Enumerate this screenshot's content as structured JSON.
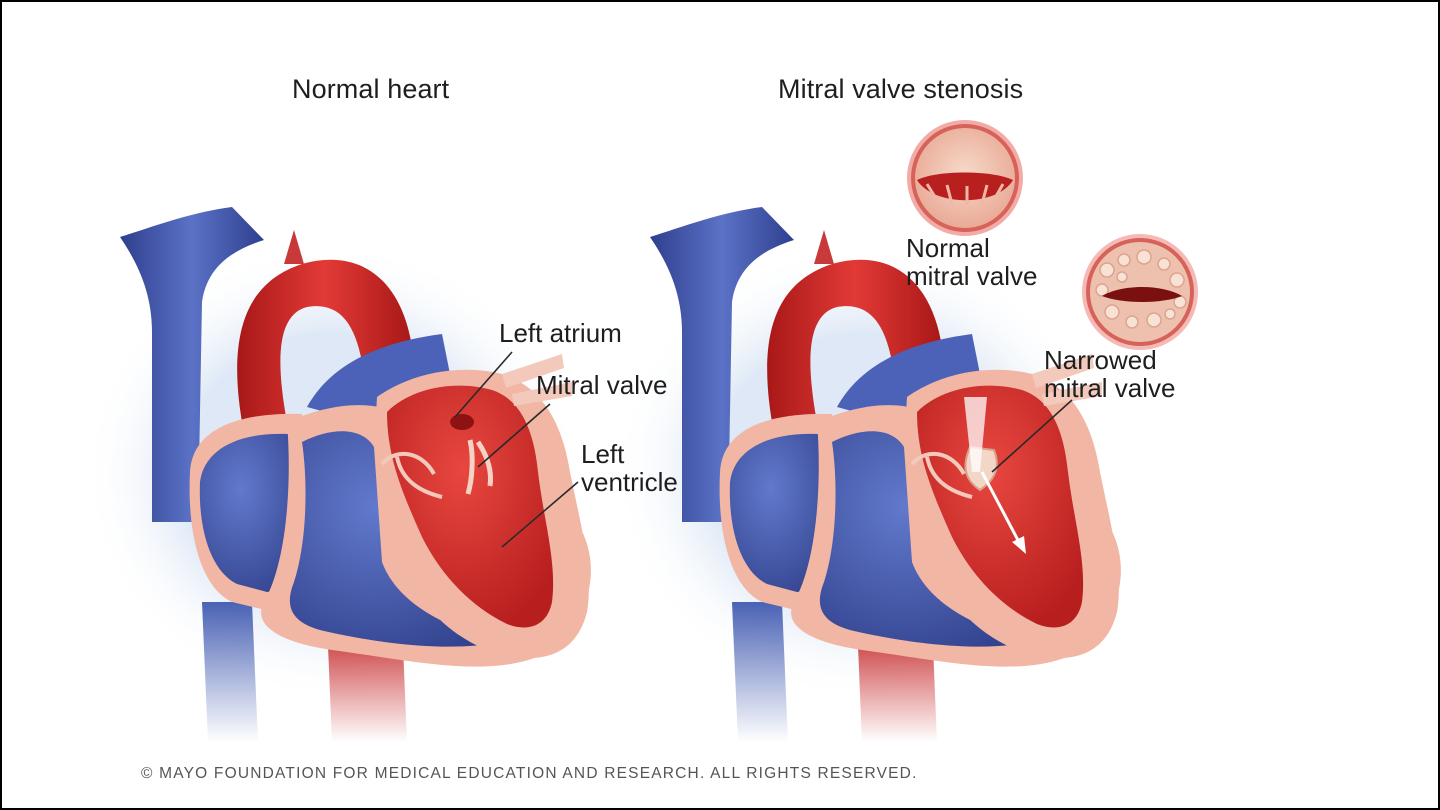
{
  "panels": {
    "normal": {
      "title": "Normal heart",
      "labels": {
        "left_atrium": "Left atrium",
        "mitral_valve": "Mitral valve",
        "left_ventricle_line1": "Left",
        "left_ventricle_line2": "ventricle"
      }
    },
    "stenosis": {
      "title": "Mitral valve stenosis",
      "labels": {
        "normal_valve_line1": "Normal",
        "normal_valve_line2": "mitral valve",
        "narrowed_valve_line1": "Narrowed",
        "narrowed_valve_line2": "mitral valve"
      }
    }
  },
  "copyright": "© MAYO FOUNDATION FOR MEDICAL EDUCATION AND RESEARCH. ALL RIGHTS RESERVED.",
  "colors": {
    "oxygenated_red": "#d42a2a",
    "deoxygenated_blue": "#4a62b4",
    "heart_wall": "#f2b6a4",
    "background": "#ffffff"
  }
}
